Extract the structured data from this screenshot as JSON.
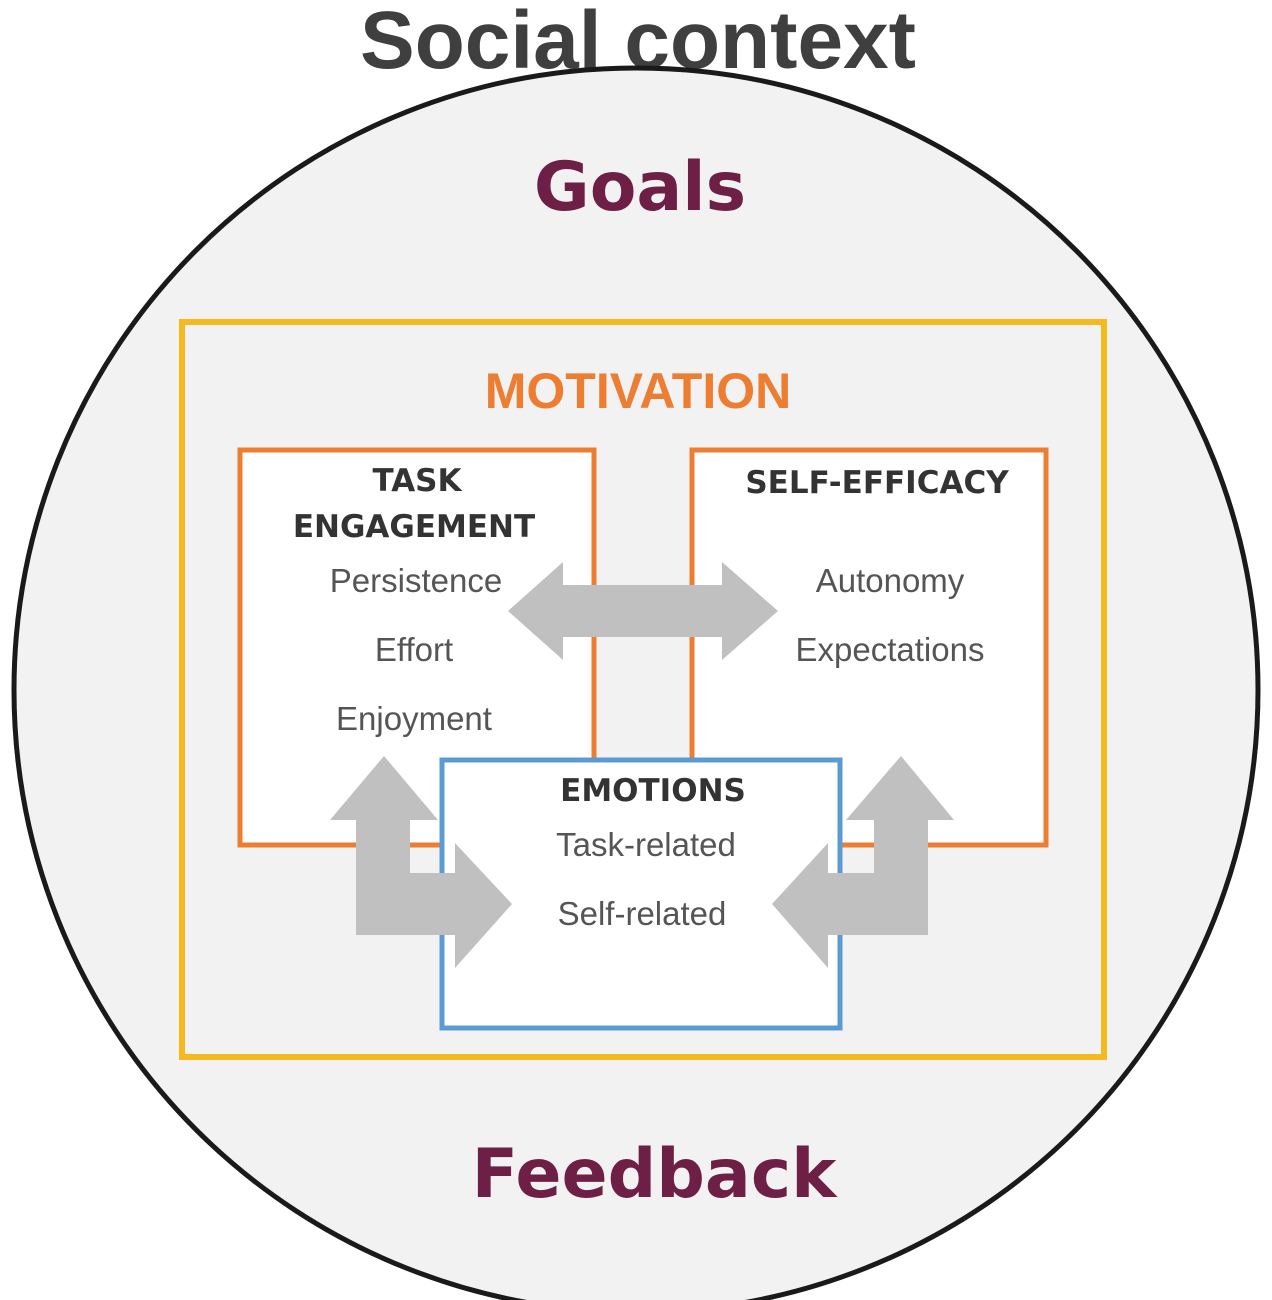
{
  "diagram": {
    "title": "Social context",
    "top_label": "Goals",
    "bottom_label": "Feedback",
    "motivation": {
      "label": "MOTIVATION"
    },
    "task_engagement": {
      "heading_line1": "TASK",
      "heading_line2": "ENGAGEMENT",
      "items": [
        "Persistence",
        "Effort",
        "Enjoyment"
      ]
    },
    "self_efficacy": {
      "heading": "SELF-EFFICACY",
      "items": [
        "Autonomy",
        "Expectations"
      ]
    },
    "emotions": {
      "heading": "EMOTIONS",
      "items": [
        "Task-related",
        "Self-related"
      ]
    },
    "colors": {
      "title": "#3f3f3f",
      "maroon": "#6e1f45",
      "circle_fill": "#f2f2f2",
      "circle_stroke": "#1a1a1a",
      "motivation_border": "#f4b91c",
      "motivation_text": "#ed7d31",
      "box_border_orange": "#ed7d31",
      "emotions_border": "#5b9bd5",
      "heading_text": "#333333",
      "item_text": "#555555",
      "arrow": "#c0c0c0"
    }
  }
}
